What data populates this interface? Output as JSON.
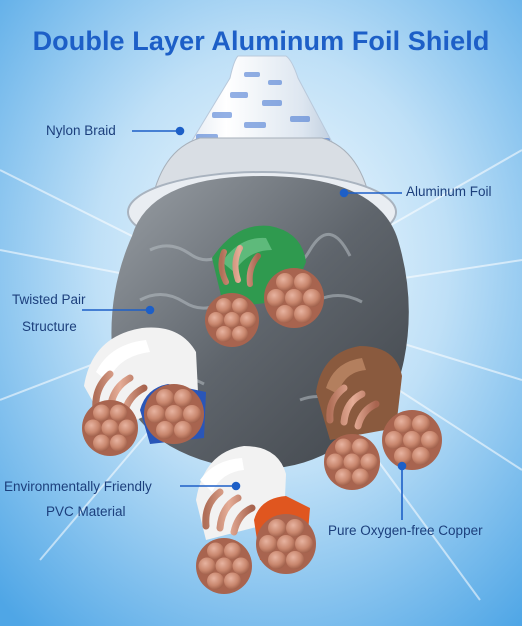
{
  "title": "Double Layer Aluminum Foil Shield",
  "labels": {
    "nylon_braid": "Nylon Braid",
    "aluminum_foil": "Aluminum Foil",
    "twisted_pair_line1": "Twisted Pair",
    "twisted_pair_line2": "Structure",
    "env_line1": "Environmentally Friendly",
    "env_line2": "PVC Material",
    "copper": "Pure Oxygen-free Copper"
  },
  "colors": {
    "title": "#1d5fc7",
    "label": "#1c3f7c",
    "leader": "#1d5fc7",
    "background_center": "#f4fbff",
    "background_edge": "#4fa6e6",
    "copper": "#c9876e",
    "copper_dark": "#9b5c47",
    "foil": "#6e7379",
    "insulation_white": "#f2f2f2",
    "insulation_green": "#2f9a4f",
    "insulation_brown": "#8a5a3e",
    "insulation_orange": "#e0561f",
    "insulation_blue": "#2a56b8"
  }
}
